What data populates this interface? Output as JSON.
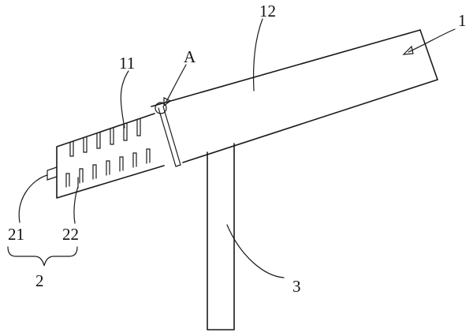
{
  "figure": {
    "labels": {
      "device": "1",
      "comb_plate": "11",
      "main_board": "12",
      "assembly": "2",
      "pin": "21",
      "tooth": "22",
      "post": "3",
      "detail": "A"
    }
  }
}
